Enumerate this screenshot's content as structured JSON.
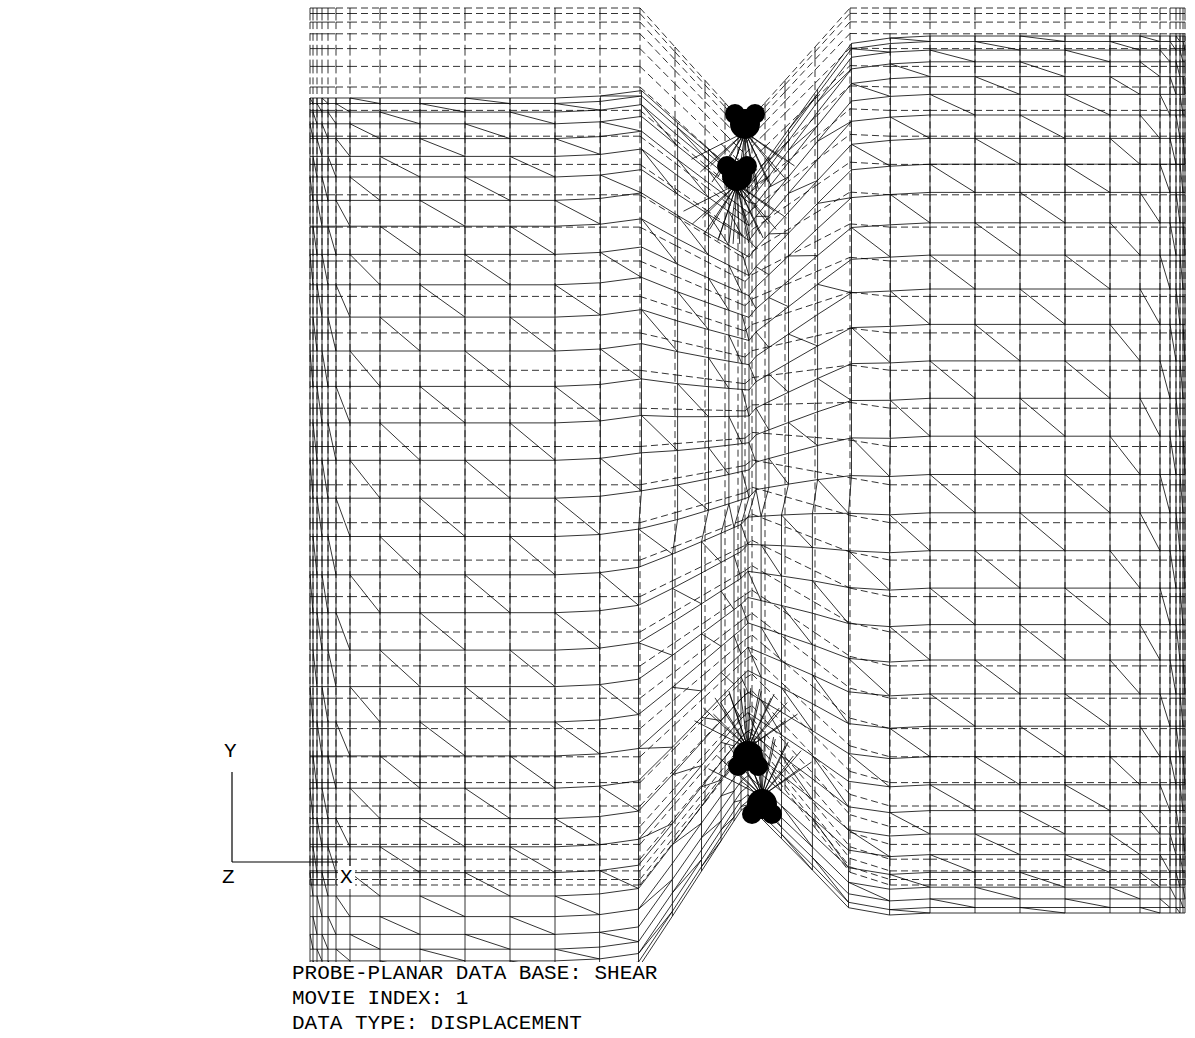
{
  "diagram": {
    "labels": [
      "PROBE-PLANAR DATA BASE: SHEAR",
      "MOVIE INDEX: 1",
      "DATA TYPE: DISPLACEMENT",
      "Y",
      "Z",
      "X"
    ]
  }
}
